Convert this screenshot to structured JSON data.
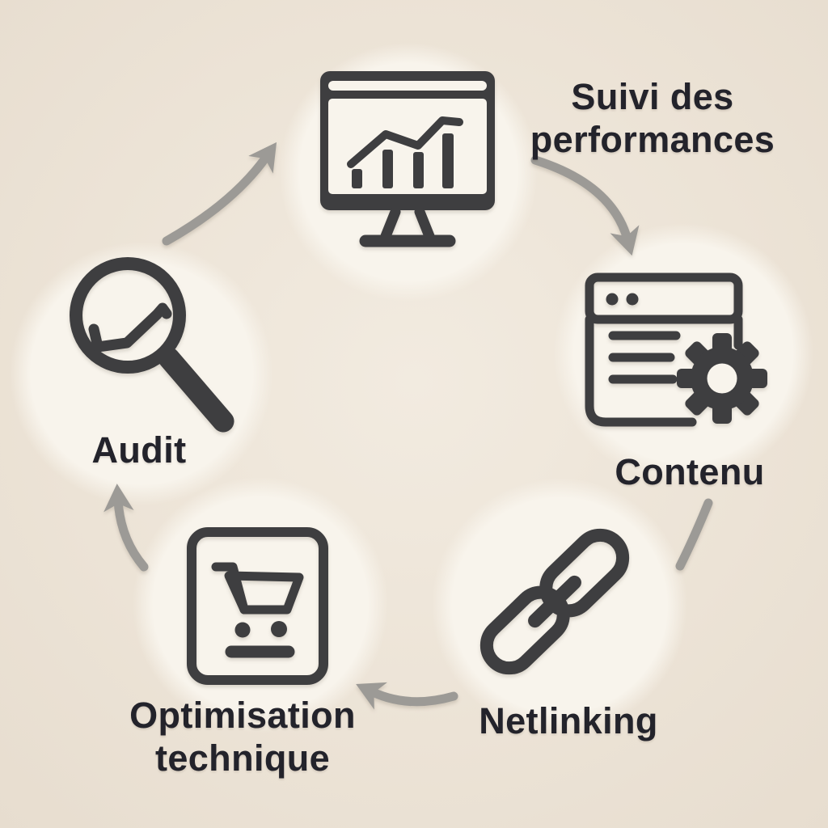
{
  "colors": {
    "bg": "#ece3d6",
    "bg_center": "#f2ebe0",
    "bg_edge": "#e7ddcf",
    "circle": "#f8f4ec",
    "icon": "#3e3e40",
    "text": "#23232b",
    "arrow": "#9c9a96"
  },
  "diagram": {
    "type": "cycle",
    "language": "fr",
    "nodes": [
      {
        "id": "audit",
        "label": "Audit",
        "lines": [
          "Audit"
        ],
        "icon": "magnifier-trend-icon"
      },
      {
        "id": "suivi",
        "label": "Suivi des performances",
        "lines": [
          "Suivi des",
          "performances"
        ],
        "icon": "monitor-chart-icon"
      },
      {
        "id": "contenu",
        "label": "Contenu",
        "lines": [
          "Contenu"
        ],
        "icon": "browser-gear-icon"
      },
      {
        "id": "netlinking",
        "label": "Netlinking",
        "lines": [
          "Netlinking"
        ],
        "icon": "chain-link-icon"
      },
      {
        "id": "optimisation",
        "label": "Optimisation technique",
        "lines": [
          "Optimisation",
          "technique"
        ],
        "icon": "document-cart-icon"
      }
    ],
    "connections": [
      {
        "from": "audit",
        "to": "suivi",
        "arrowhead": true
      },
      {
        "from": "suivi",
        "to": "contenu",
        "arrowhead": true
      },
      {
        "from": "contenu",
        "to": "netlinking",
        "arrowhead": false
      },
      {
        "from": "netlinking",
        "to": "optimisation",
        "arrowhead": true
      },
      {
        "from": "optimisation",
        "to": "audit",
        "arrowhead": true
      }
    ]
  }
}
